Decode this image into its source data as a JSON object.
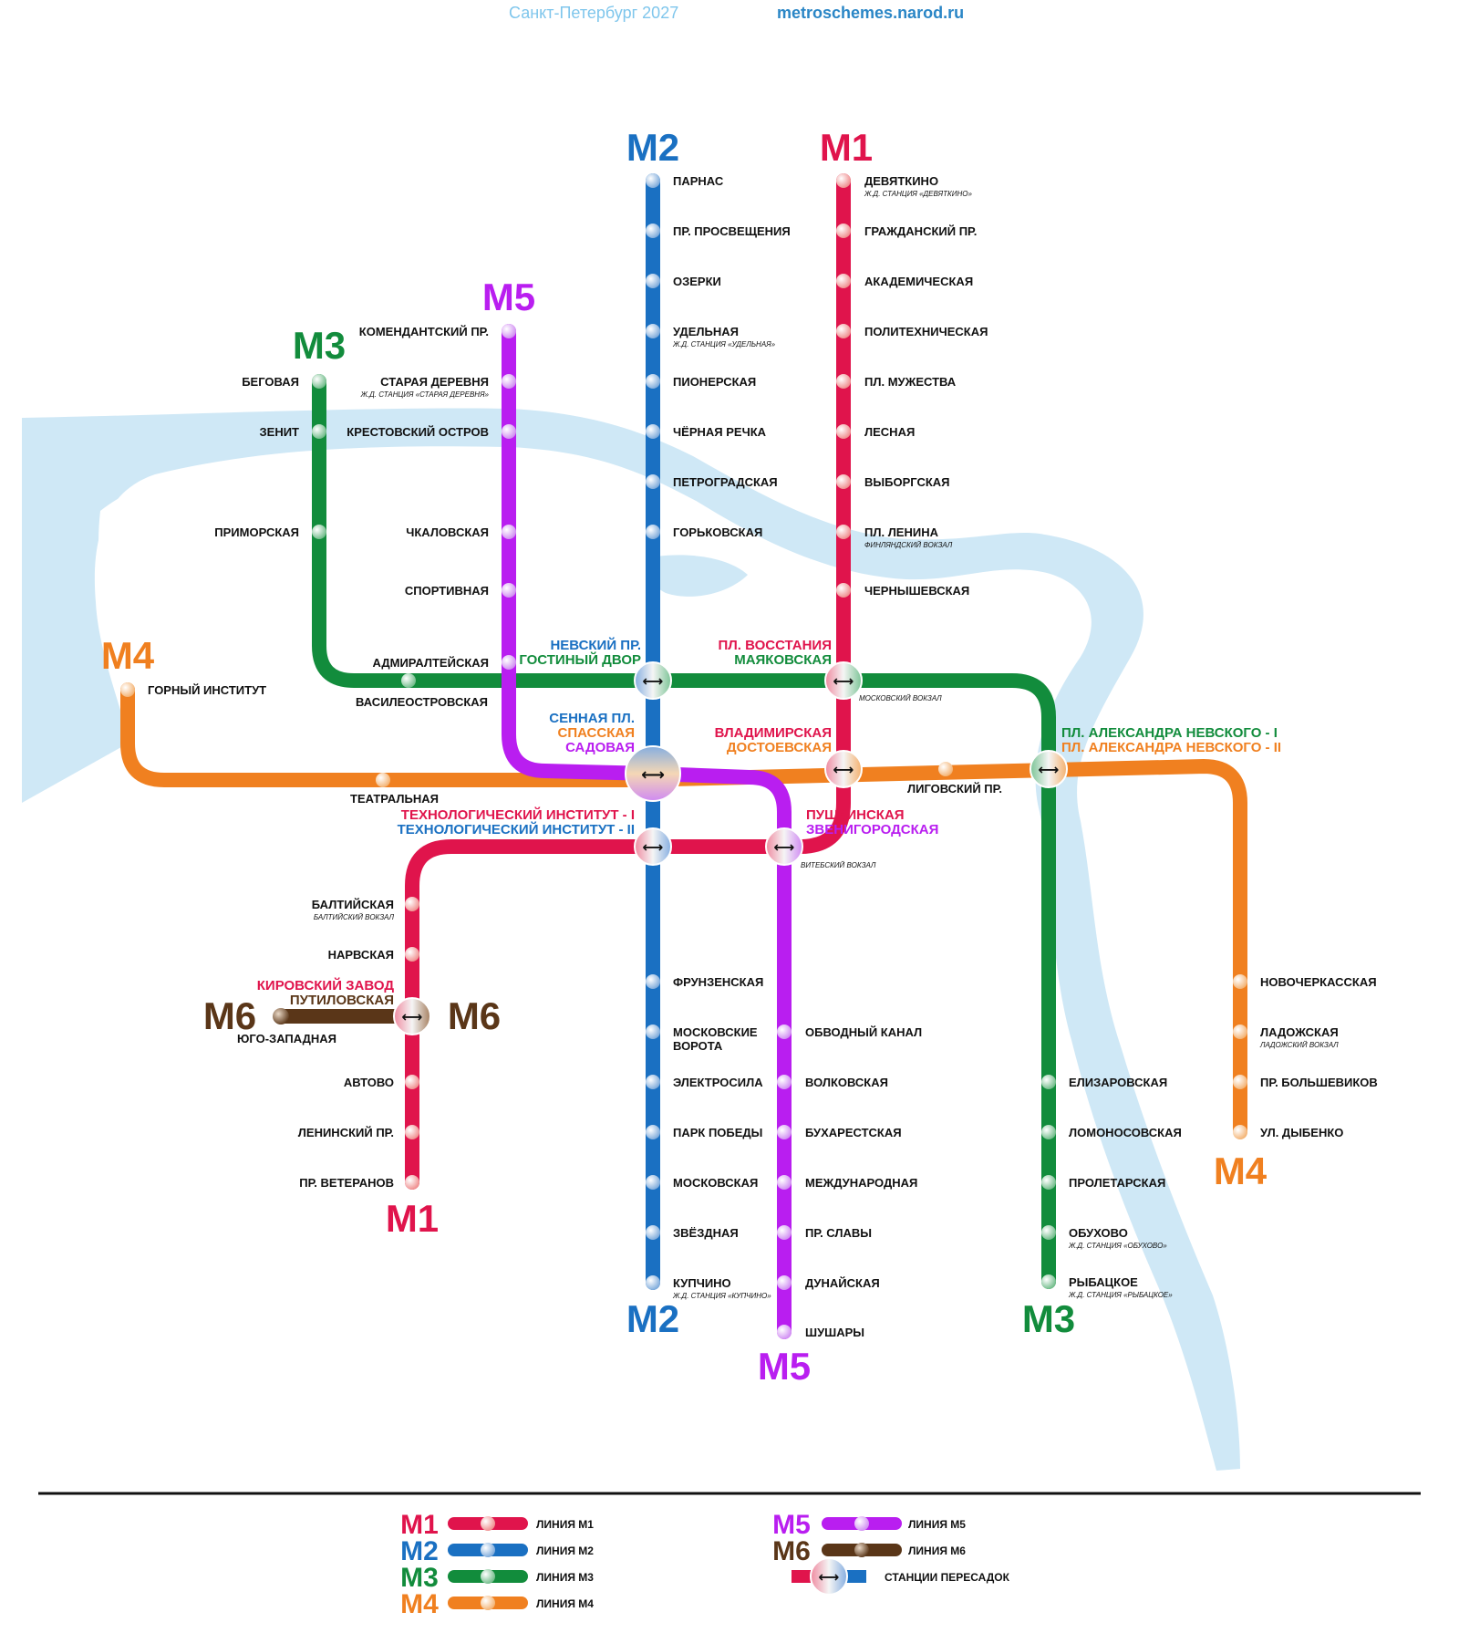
{
  "header": {
    "city": "Санкт-Петербург 2027",
    "url": "metroschemes.narod.ru"
  },
  "colors": {
    "M1": "#e0144c",
    "M2": "#1a70c2",
    "M3": "#128c3c",
    "M4": "#f08020",
    "M5": "#b91ef0",
    "M6": "#5a3618",
    "river": "#cfe8f6"
  },
  "lines": {
    "M1": "M1",
    "M2": "M2",
    "M3": "M3",
    "M4": "M4",
    "M5": "M5",
    "M6": "M6"
  },
  "stations": {
    "parnas": "ПАРНАС",
    "pr_prosvesheniya": "ПР. ПРОСВЕЩЕНИЯ",
    "ozerki": "ОЗЕРКИ",
    "udelnaya": "УДЕЛЬНАЯ",
    "udelnaya_rail": "Ж.Д. СТАНЦИЯ «УДЕЛЬНАЯ»",
    "pionerskaya": "ПИОНЕРСКАЯ",
    "chernaya_rechka": "ЧЁРНАЯ РЕЧКА",
    "petrogradskaya": "ПЕТРОГРАДСКАЯ",
    "gorkovskaya": "ГОРЬКОВСКАЯ",
    "devyatkino": "ДЕВЯТКИНО",
    "devyatkino_rail": "Ж.Д. СТАНЦИЯ «ДЕВЯТКИНО»",
    "grazhdansky": "ГРАЖДАНСКИЙ ПР.",
    "akademicheskaya": "АКАДЕМИЧЕСКАЯ",
    "politekhnicheskaya": "ПОЛИТЕХНИЧЕСКАЯ",
    "pl_muzhestva": "ПЛ. МУЖЕСТВА",
    "lesnaya": "ЛЕСНАЯ",
    "vyborgskaya": "ВЫБОРГСКАЯ",
    "pl_lenina": "ПЛ. ЛЕНИНА",
    "pl_lenina_rail": "ФИНЛЯНДСКИЙ ВОКЗАЛ",
    "chernyshevskaya": "ЧЕРНЫШЕВСКАЯ",
    "komendantsky": "КОМЕНДАНТСКИЙ ПР.",
    "staraya_derevnya": "СТАРАЯ ДЕРЕВНЯ",
    "staraya_derevnya_rail": "Ж.Д. СТАНЦИЯ «СТАРАЯ ДЕРЕВНЯ»",
    "krestovsky": "КРЕСТОВСКИЙ ОСТРОВ",
    "chkalovskaya": "ЧКАЛОВСКАЯ",
    "sportivnaya": "СПОРТИВНАЯ",
    "admiralteyskaya": "АДМИРАЛТЕЙСКАЯ",
    "begovaya": "БЕГОВАЯ",
    "zenit": "ЗЕНИТ",
    "primorskaya": "ПРИМОРСКАЯ",
    "vasileostrovskaya": "ВАСИЛЕОСТРОВСКАЯ",
    "gorny": "ГОРНЫЙ ИНСТИТУТ",
    "teatralnaya": "ТЕАТРАЛЬНАЯ",
    "ligovsky": "ЛИГОВСКИЙ ПР.",
    "moskovsky_vokzal": "МОСКОВСКИЙ ВОКЗАЛ",
    "vitebsky_vokzal": "ВИТЕБСКИЙ ВОКЗАЛ",
    "baltiyskaya": "БАЛТИЙСКАЯ",
    "baltiysky_vokzal": "БАЛТИЙСКИЙ ВОКЗАЛ",
    "narvskaya": "НАРВСКАЯ",
    "yugo_zapadnaya": "ЮГО-ЗАПАДНАЯ",
    "avtovo": "АВТОВО",
    "leninsky": "ЛЕНИНСКИЙ ПР.",
    "pr_veteranov": "ПР. ВЕТЕРАНОВ",
    "frunzenskaya": "ФРУНЗЕНСКАЯ",
    "moskovskie_vorota_1": "МОСКОВСКИЕ",
    "moskovskie_vorota_2": "ВОРОТА",
    "elektrosila": "ЭЛЕКТРОСИЛА",
    "park_pobedy": "ПАРК ПОБЕДЫ",
    "moskovskaya": "МОСКОВСКАЯ",
    "zvezdnaya": "ЗВЁЗДНАЯ",
    "kupchino": "КУПЧИНО",
    "kupchino_rail": "Ж.Д. СТАНЦИЯ «КУПЧИНО»",
    "obvodny": "ОБВОДНЫЙ КАНАЛ",
    "volkovskaya": "ВОЛКОВСКАЯ",
    "bukharestskaya": "БУХАРЕСТСКАЯ",
    "mezhdunarodnaya": "МЕЖДУНАРОДНАЯ",
    "pr_slavy": "ПР. СЛАВЫ",
    "dunayskaya": "ДУНАЙСКАЯ",
    "shushary": "ШУШАРЫ",
    "elizarovskaya": "ЕЛИЗАРОВСКАЯ",
    "lomonosovskaya": "ЛОМОНОСОВСКАЯ",
    "proletarskaya": "ПРОЛЕТАРСКАЯ",
    "obukhovo": "ОБУХОВО",
    "obukhovo_rail": "Ж.Д. СТАНЦИЯ «ОБУХОВО»",
    "rybatskoe": "РЫБАЦКОЕ",
    "rybatskoe_rail": "Ж.Д. СТАНЦИЯ «РЫБАЦКОЕ»",
    "novocherkasskaya": "НОВОЧЕРКАССКАЯ",
    "ladozhskaya": "ЛАДОЖСКАЯ",
    "ladozhsky_vokzal": "ЛАДОЖСКИЙ ВОКЗАЛ",
    "pr_bolshevikov": "ПР. БОЛЬШЕВИКОВ",
    "ul_dybenko": "УЛ. ДЫБЕНКО"
  },
  "transfers": {
    "nevsky": "НЕВСКИЙ ПР.",
    "gostiny": "ГОСТИНЫЙ ДВОР",
    "vosstaniya": "ПЛ. ВОССТАНИЯ",
    "mayakovskaya": "МАЯКОВСКАЯ",
    "sennaya": "СЕННАЯ ПЛ.",
    "spasskaya": "СПАССКАЯ",
    "sadovaya": "САДОВАЯ",
    "vladimirskaya": "ВЛАДИМИРСКАЯ",
    "dostoevskaya": "ДОСТОЕВСКАЯ",
    "nevskogo_1": "ПЛ. АЛЕКСАНДРА НЕВСКОГО - I",
    "nevskogo_2": "ПЛ. АЛЕКСАНДРА НЕВСКОГО - II",
    "tekhnolog_1": "ТЕХНОЛОГИЧЕСКИЙ ИНСТИТУТ - I",
    "tekhnolog_2": "ТЕХНОЛОГИЧЕСКИЙ ИНСТИТУТ - II",
    "pushkinskaya": "ПУШКИНСКАЯ",
    "zvenigorodskaya": "ЗВЕНИГОРОДСКАЯ",
    "kirovsky": "КИРОВСКИЙ ЗАВОД",
    "putilovskaya": "ПУТИЛОВСКАЯ",
    "symbol": "⟷"
  },
  "legend": {
    "m1": "ЛИНИЯ М1",
    "m2": "ЛИНИЯ М2",
    "m3": "ЛИНИЯ М3",
    "m4": "ЛИНИЯ М4",
    "m5": "ЛИНИЯ М5",
    "m6": "ЛИНИЯ М6",
    "transfer": "СТАНЦИИ ПЕРЕСАДОК"
  }
}
